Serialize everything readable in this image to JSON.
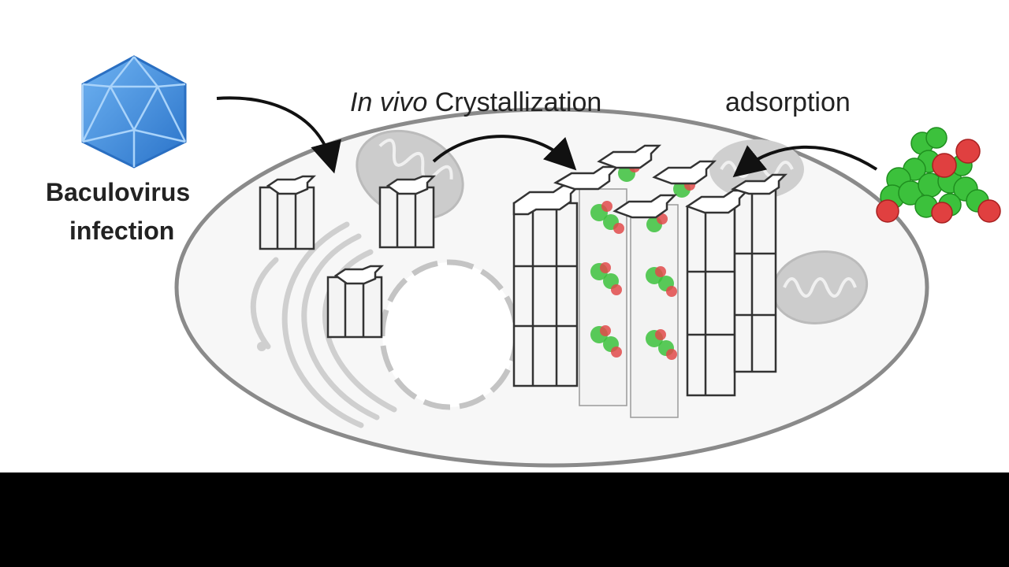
{
  "labels": {
    "baculovirus": "Baculovirus",
    "infection": "infection",
    "in_vivo": "In vivo",
    "crystallization": "Crystallization",
    "adsorption": "adsorption"
  },
  "colors": {
    "virus_blue": "#3f8fe0",
    "virus_dark": "#1f5fa8",
    "cell_outline": "#8a8a8a",
    "organelle_gray": "#c9c9c9",
    "molecule_green": "#3cc13c",
    "molecule_red": "#d83a3a",
    "crystal_white": "#f4f4f4",
    "footer_black": "#000000"
  }
}
